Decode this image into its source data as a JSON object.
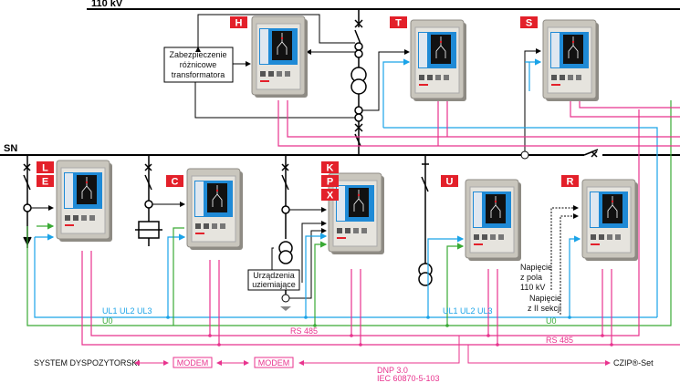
{
  "buses": {
    "hv": "110 kV",
    "mv": "SN"
  },
  "devices": [
    {
      "id": "H",
      "labels": [
        "H"
      ]
    },
    {
      "id": "T",
      "labels": [
        "T"
      ]
    },
    {
      "id": "S",
      "labels": [
        "S"
      ]
    },
    {
      "id": "LE",
      "labels": [
        "L",
        "E"
      ]
    },
    {
      "id": "C",
      "labels": [
        "C"
      ]
    },
    {
      "id": "KPX",
      "labels": [
        "K",
        "P",
        "X"
      ]
    },
    {
      "id": "U",
      "labels": [
        "U"
      ]
    },
    {
      "id": "R",
      "labels": [
        "R"
      ]
    }
  ],
  "boxes": {
    "diff_protection": [
      "Zabezpieczenie",
      "różnicowe",
      "transformatora"
    ],
    "earthing": [
      "Urządzenia",
      "uziemiające"
    ]
  },
  "notes": {
    "voltage_110": [
      "Napięcie",
      "z pola",
      "110 kV"
    ],
    "voltage_sec2": [
      "Napięcie",
      "z II sekcji"
    ]
  },
  "signals": {
    "ul_left": "UL1 UL2 UL3",
    "ul_right": "UL1 UL2 UL3",
    "u0_left": "U0",
    "u0_right": "U0",
    "rs485_left": "RS 485",
    "rs485_right": "RS 485"
  },
  "bottom": {
    "system": "SYSTEM DYSPOZYTORSKI",
    "modem1": "MODEM",
    "modem2": "MODEM",
    "protocol1": "DNP 3.0",
    "protocol2": "IEC 60870-5-103",
    "czip": "CZIP®-Set"
  },
  "colors": {
    "label_red": "#e3202a",
    "rs485_pink": "#e8338e",
    "voltage_blue": "#1aa3e8",
    "u0_green": "#3aaa35",
    "device_gray": "#c9c6bd",
    "screen_blue": "#1f8ad6"
  }
}
